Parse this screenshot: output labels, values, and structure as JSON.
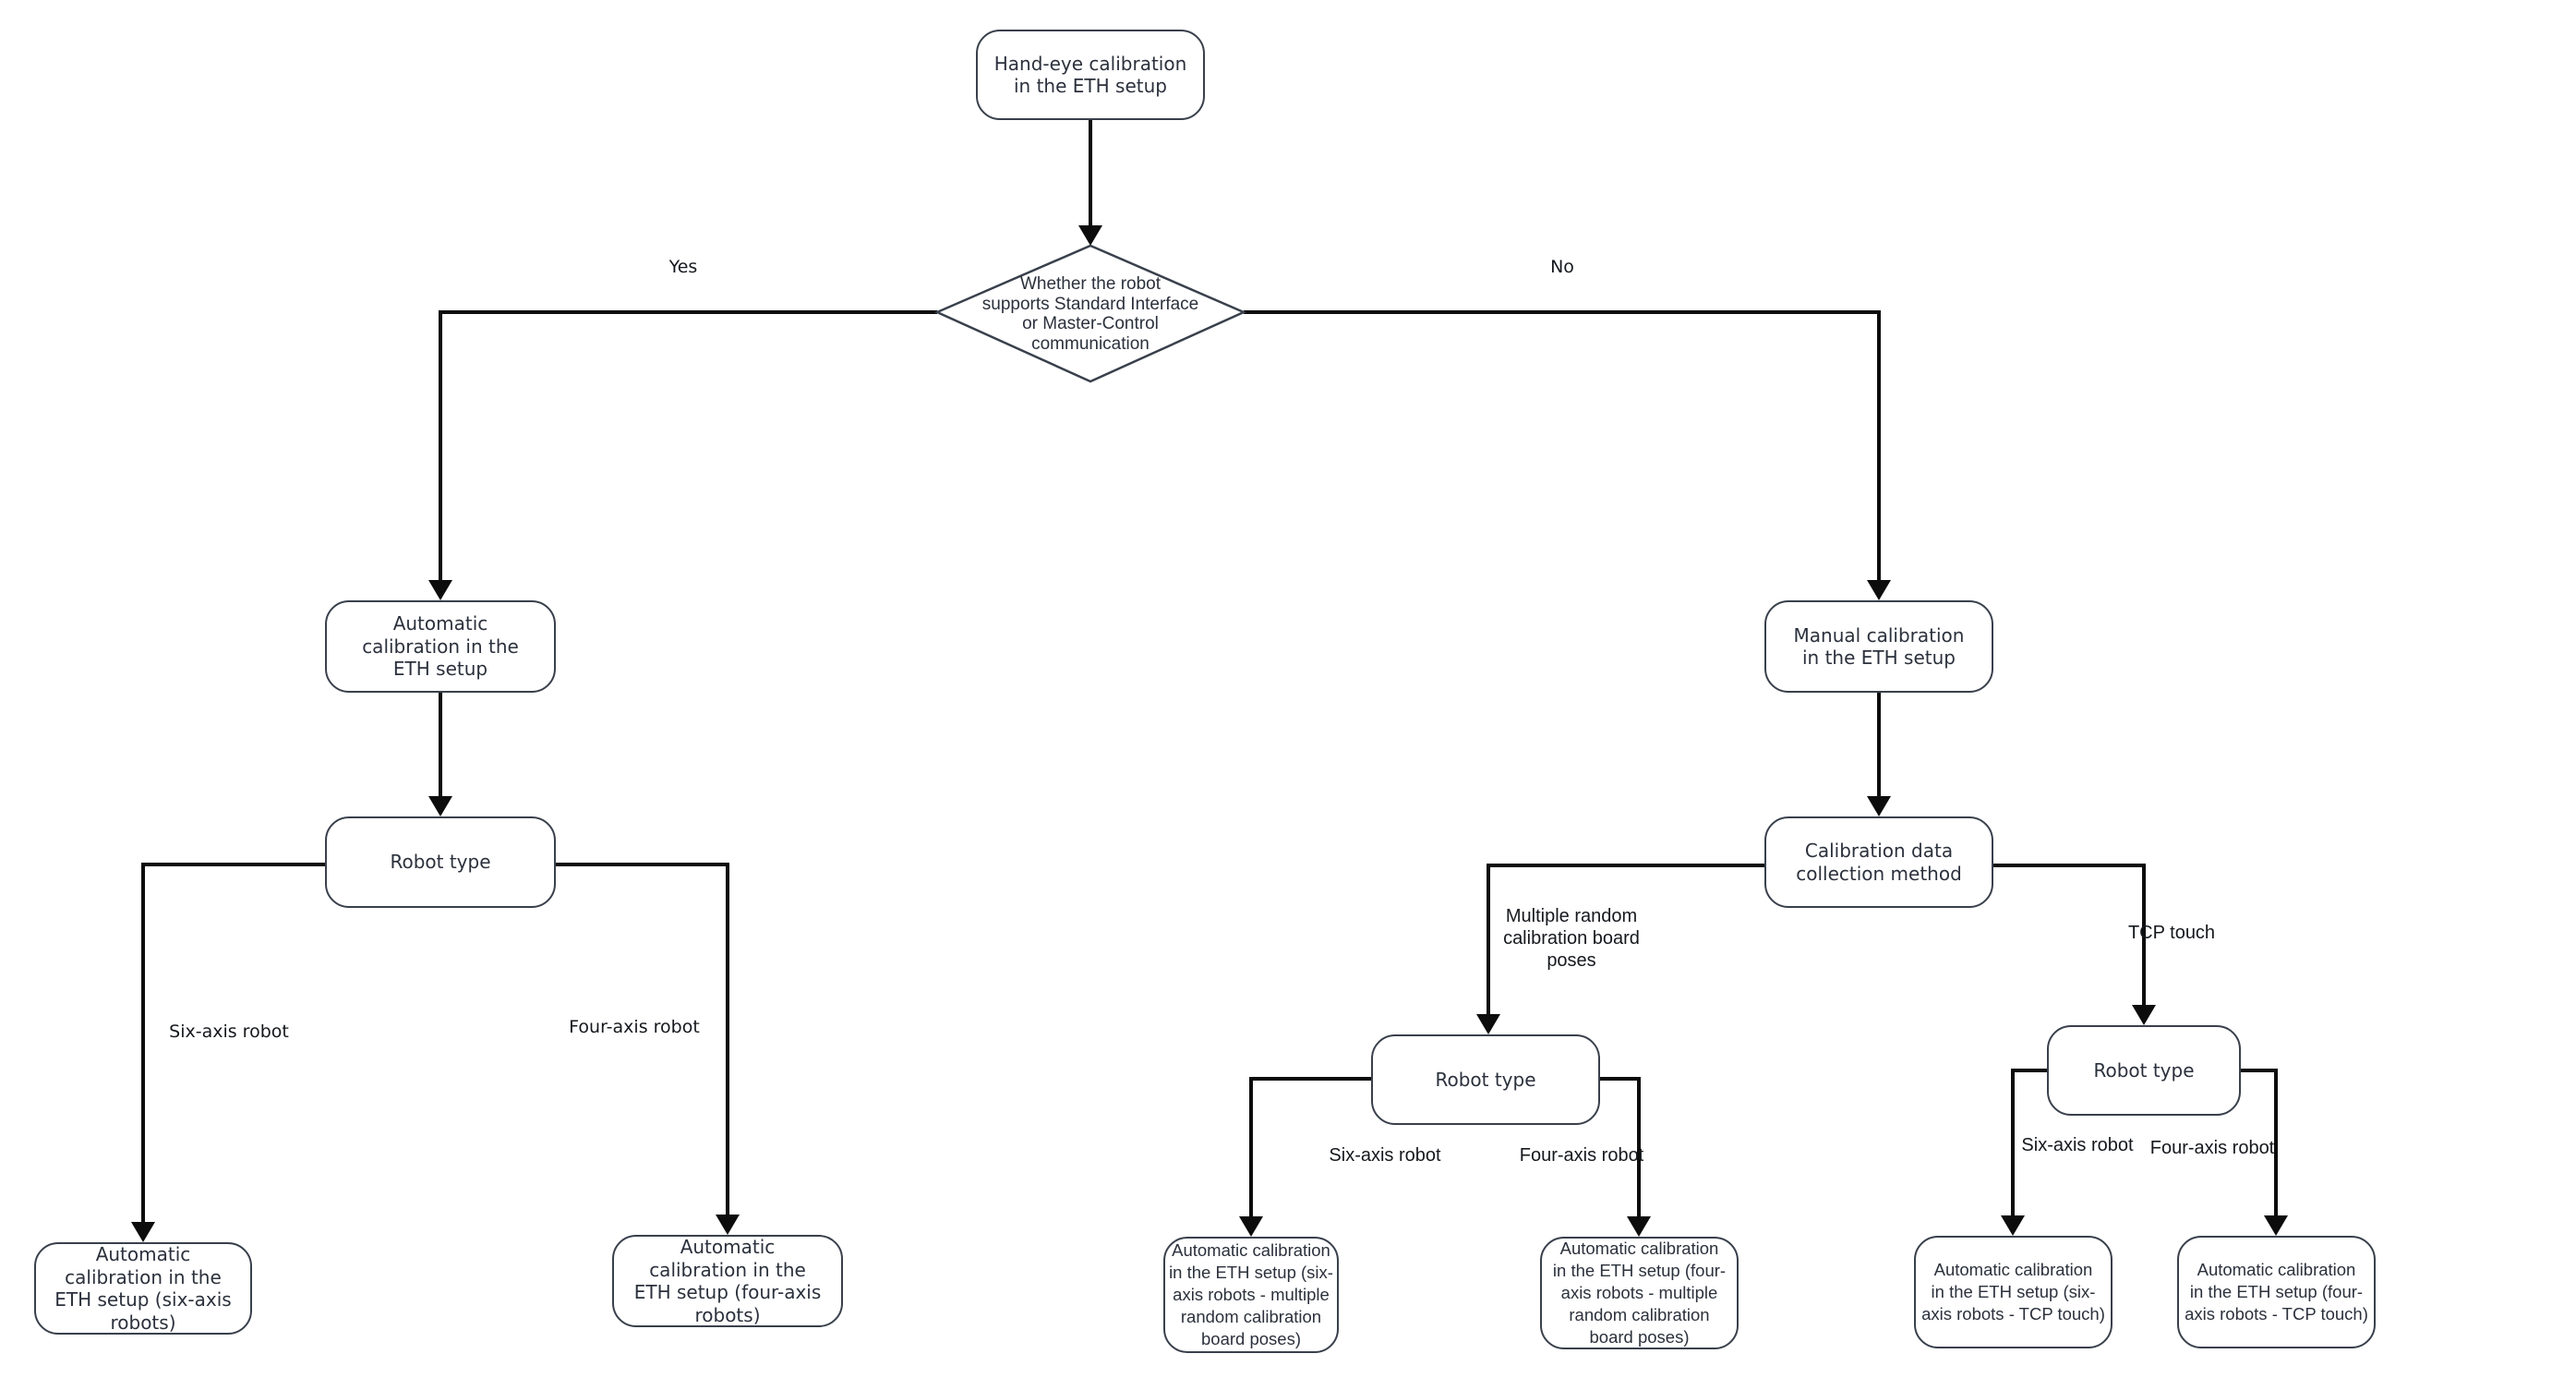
{
  "diagram_type": "flowchart-decision-tree",
  "nodes": {
    "start": {
      "label": "Hand-eye calibration\nin the ETH setup"
    },
    "decision": {
      "label": "Whether the robot\nsupports Standard Interface\nor Master-Control\ncommunication"
    },
    "auto_eth": {
      "label": "Automatic\ncalibration in the\nETH setup"
    },
    "manual_eth": {
      "label": "Manual calibration\nin the ETH setup"
    },
    "robot_type_left": {
      "label": "Robot type"
    },
    "collection_method": {
      "label": "Calibration data\ncollection method"
    },
    "robot_type_mid": {
      "label": "Robot type"
    },
    "robot_type_right": {
      "label": "Robot type"
    },
    "auto_six": {
      "label": "Automatic\ncalibration in the\nETH setup (six-axis\nrobots)"
    },
    "auto_four": {
      "label": "Automatic\ncalibration in the\nETH setup (four-axis\nrobots)"
    },
    "auto_six_poses": {
      "label": "Automatic calibration\nin the ETH setup (six-\naxis robots - multiple\nrandom calibration\nboard poses)"
    },
    "auto_four_poses": {
      "label": "Automatic calibration\nin the ETH setup (four-\naxis robots - multiple\nrandom calibration\nboard poses)"
    },
    "auto_six_tcp": {
      "label": "Automatic calibration\nin the ETH setup (six-\naxis robots - TCP touch)"
    },
    "auto_four_tcp": {
      "label": "Automatic calibration\nin the ETH setup (four-\naxis robots - TCP touch)"
    }
  },
  "edge_labels": {
    "yes": "Yes",
    "no": "No",
    "six_axis_left": "Six-axis robot",
    "four_axis_left": "Four-axis robot",
    "multiple_poses": "Multiple random\ncalibration board\nposes",
    "tcp_touch": "TCP touch",
    "six_axis_mid": "Six-axis robot",
    "four_axis_mid": "Four-axis robot",
    "six_axis_right": "Six-axis robot",
    "four_axis_right": "Four-axis robot"
  },
  "colors": {
    "node_border": "#39404c",
    "node_text": "#2b313c",
    "edge": "#0c0c0c",
    "label_text": "#15181d",
    "background": "#ffffff"
  }
}
